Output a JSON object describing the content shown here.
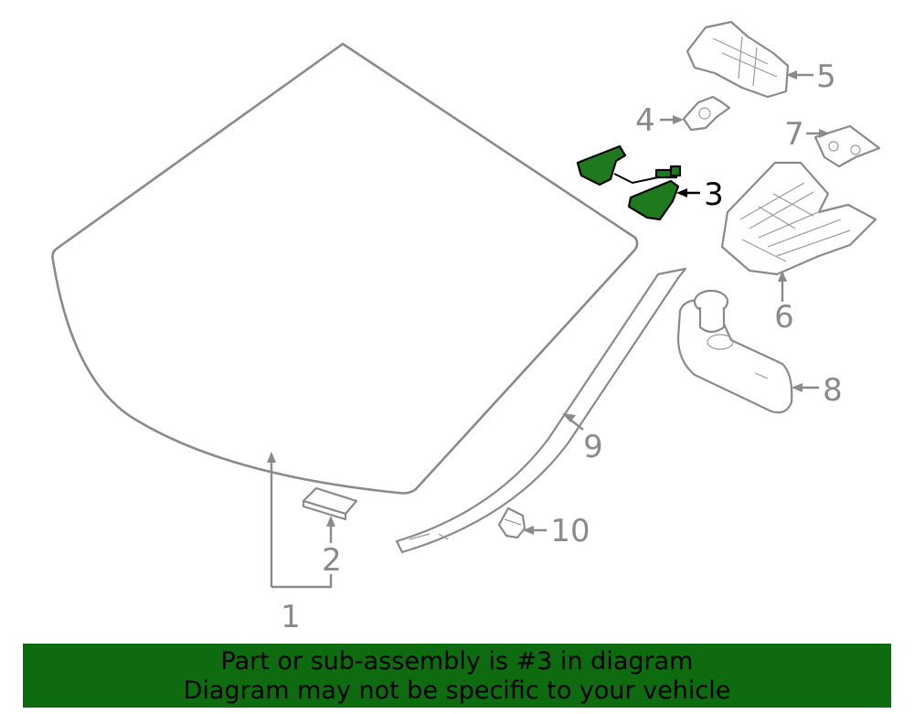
{
  "callouts": {
    "c1": "1",
    "c2": "2",
    "c3": "3",
    "c4": "4",
    "c5": "5",
    "c6": "6",
    "c7": "7",
    "c8": "8",
    "c9": "9",
    "c10": "10"
  },
  "highlight": {
    "part": "3",
    "color": "#1f7a1f"
  },
  "banner": {
    "line1": "Part or sub-assembly is #3 in diagram",
    "line2": "Diagram may not be specific to your vehicle",
    "color": "#0f6b0f"
  }
}
